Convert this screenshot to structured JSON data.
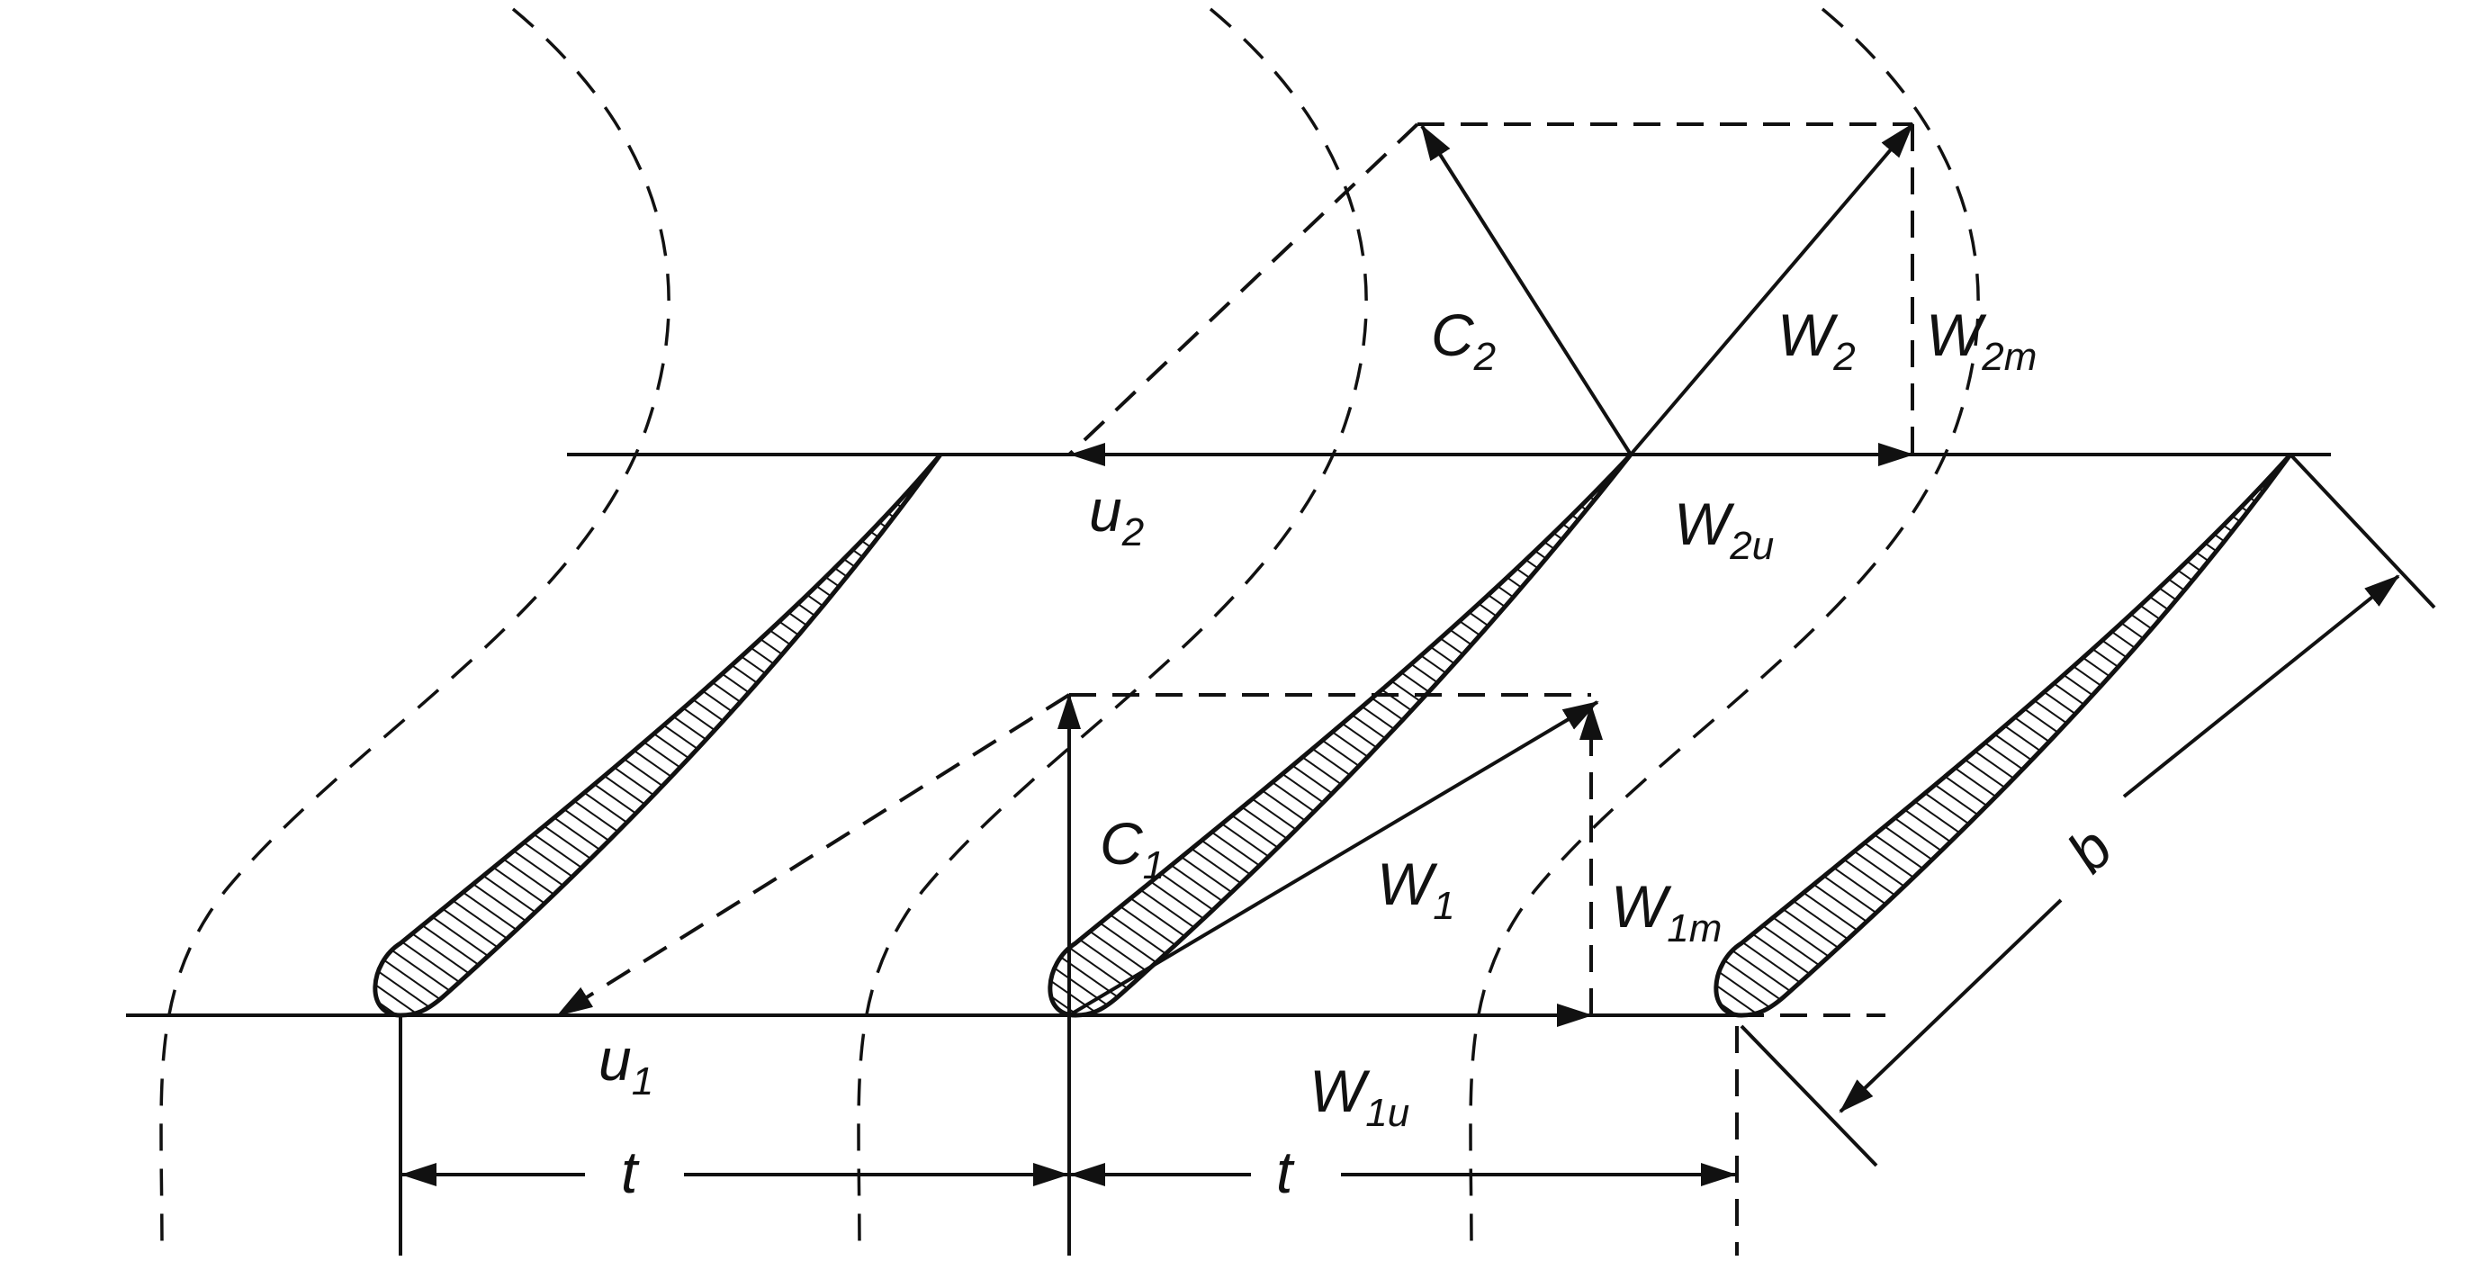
{
  "colors": {
    "ink": "#111111",
    "background": "#ffffff"
  },
  "labels": {
    "c1": {
      "main": "C",
      "sub": "1"
    },
    "c2": {
      "main": "C",
      "sub": "2"
    },
    "w1": {
      "main": "W",
      "sub": "1"
    },
    "w2": {
      "main": "W",
      "sub": "2"
    },
    "w1m": {
      "main": "W",
      "sub": "1m"
    },
    "w2m": {
      "main": "W",
      "sub": "2m"
    },
    "w1u": {
      "main": "W",
      "sub": "1u"
    },
    "w2u": {
      "main": "W",
      "sub": "2u"
    },
    "u1": {
      "main": "u",
      "sub": "1"
    },
    "u2": {
      "main": "u",
      "sub": "2"
    },
    "t_left": "t",
    "t_right": "t",
    "b": "b"
  }
}
